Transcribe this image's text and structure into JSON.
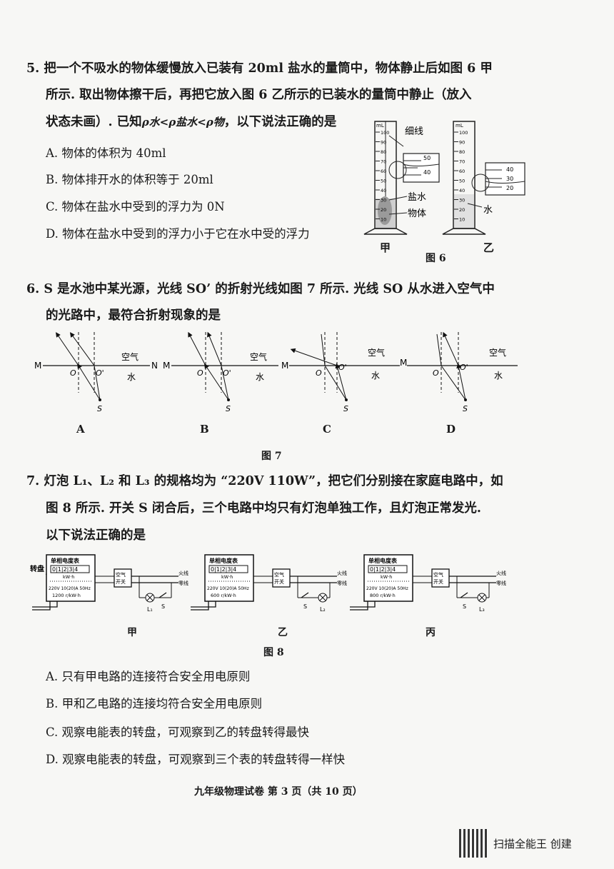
{
  "q5": {
    "line1": "5. 把一个不吸水的物体缓慢放入已装有 20ml 盐水的量筒中，物体静止后如图 6 甲",
    "line2": "所示. 取出物体擦干后，再把它放入图 6 乙所示的已装水的量筒中静止（放入",
    "line3a": "状态未画）. 已知",
    "line3b": "ρ水<ρ盐水<ρ物",
    "line3c": "，以下说法正确的是",
    "options": [
      "A. 物体的体积为 40ml",
      "B. 物体排开水的体积等于 20ml",
      "C. 物体在盐水中受到的浮力为 0N",
      "D. 物体在盐水中受到的浮力小于它在水中受的浮力"
    ],
    "fig": {
      "caption": "图 6",
      "left_label": "甲",
      "right_label": "乙",
      "unit": "mL",
      "thread": "细线",
      "saltwater": "盐水",
      "object": "物体",
      "water": "水",
      "scale": [
        "100",
        "90",
        "80",
        "70",
        "60",
        "50",
        "40",
        "30",
        "20",
        "10"
      ],
      "zoom_left": [
        "50",
        "40"
      ],
      "zoom_right": [
        "40",
        "30",
        "20"
      ]
    }
  },
  "q6": {
    "line1": "6. S 是水池中某光源，光线 SO’ 的折射光线如图 7 所示. 光线 SO 从水进入空气中",
    "line2": "的光路中，最符合折射现象的是",
    "fig": {
      "caption": "图 7",
      "air": "空气",
      "water": "水",
      "m": "M",
      "n": "N",
      "o": "O",
      "o2": "O'",
      "s": "S",
      "options": [
        "A",
        "B",
        "C",
        "D"
      ]
    }
  },
  "q7": {
    "line1": "7. 灯泡 L₁、L₂ 和 L₃ 的规格均为 “220V 110W”，把它们分别接在家庭电路中，如",
    "line2": "图 8 所示. 开关 S 闭合后，三个电路中均只有灯泡单独工作，且灯泡正常发光.",
    "line3": "以下说法正确的是",
    "fig": {
      "caption": "图 8",
      "turntable": "转盘",
      "meter_title": "单相电度表",
      "meter_digits": "0|1|2|3|4",
      "meter_unit": "kW·h",
      "meter_spec": "220V 10(20)A 50Hz",
      "rates": [
        "1200 r/kW·h",
        "600 r/kW·h",
        "800 r/kW·h"
      ],
      "breaker": "空气开关",
      "live": "火线",
      "neutral": "零线",
      "switch": "S",
      "lamps": [
        "L₁",
        "L₂",
        "L₃"
      ],
      "labels": [
        "甲",
        "乙",
        "丙"
      ]
    },
    "options": [
      "A. 只有甲电路的连接符合安全用电原则",
      "B. 甲和乙电路的连接均符合安全用电原则",
      "C. 观察电能表的转盘，可观察到乙的转盘转得最快",
      "D. 观察电能表的转盘，可观察到三个表的转盘转得一样快"
    ]
  },
  "footer": "九年级物理试卷  第 3 页（共 10 页）",
  "watermark": {
    "text": "扫描全能王  创建"
  }
}
